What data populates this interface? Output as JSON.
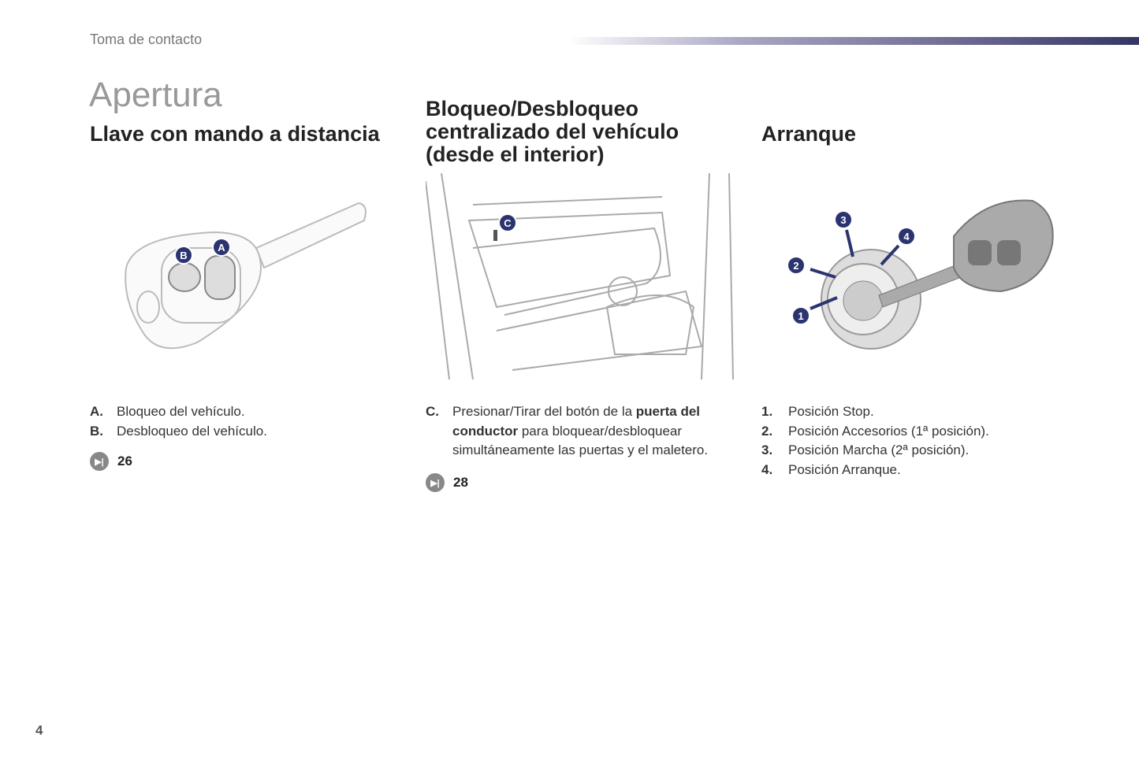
{
  "header": {
    "section": "Toma de contacto"
  },
  "title": "Apertura",
  "col1": {
    "heading": "Llave con mando a distancia",
    "labels": [
      "A",
      "B"
    ],
    "items": [
      {
        "key": "A.",
        "text": "Bloqueo del vehículo."
      },
      {
        "key": "B.",
        "text": "Desbloqueo del vehículo."
      }
    ],
    "ref": "26"
  },
  "col2": {
    "heading": "Bloqueo/Desbloqueo centralizado del vehículo (desde el interior)",
    "labels": [
      "C"
    ],
    "item": {
      "key": "C.",
      "t1": "Presionar/Tirar del botón de la ",
      "b1": "puerta del conductor",
      "t2": " para bloquear/desbloquear simultáneamente las puertas y el maletero."
    },
    "ref": "28"
  },
  "col3": {
    "heading": "Arranque",
    "labels": [
      "1",
      "2",
      "3",
      "4"
    ],
    "items": [
      {
        "key": "1.",
        "text": "Posición Stop."
      },
      {
        "key": "2.",
        "text": "Posición Accesorios (1ª posición)."
      },
      {
        "key": "3.",
        "text": "Posición Marcha (2ª posición)."
      },
      {
        "key": "4.",
        "text": "Posición Arranque."
      }
    ],
    "ref": null
  },
  "footer": {
    "page": "4"
  },
  "colors": {
    "accent": "#2c3470",
    "bar_end": "#353566"
  }
}
